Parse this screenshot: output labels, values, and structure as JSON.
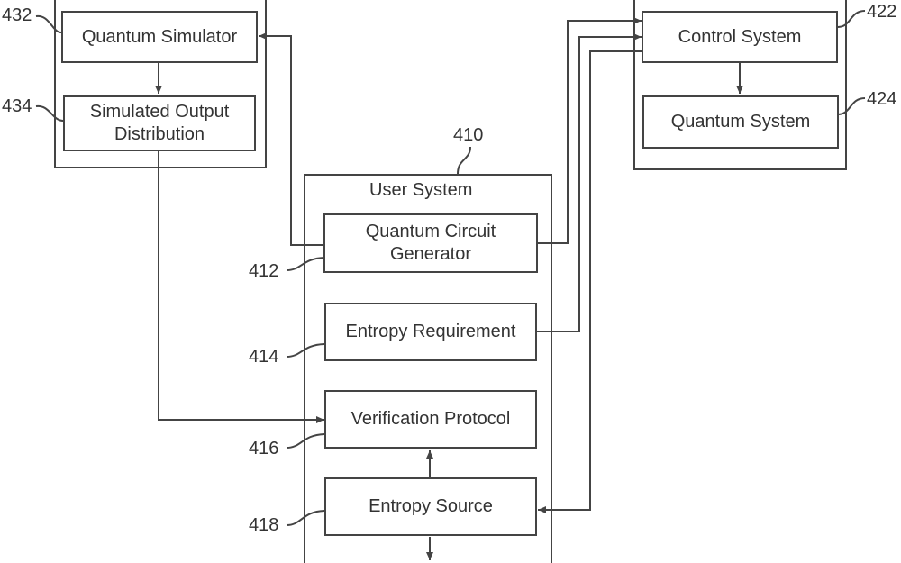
{
  "diagram": {
    "simulator_system": {
      "blocks": [
        {
          "id": "432",
          "label": "Quantum Simulator"
        },
        {
          "id": "434",
          "label": "Simulated Output Distribution"
        }
      ]
    },
    "quantum_computing_system": {
      "blocks": [
        {
          "id": "422",
          "label": "Control System"
        },
        {
          "id": "424",
          "label": "Quantum System"
        }
      ]
    },
    "user_system": {
      "id": "410",
      "title": "User System",
      "blocks": [
        {
          "id": "412",
          "label": "Quantum Circuit Generator"
        },
        {
          "id": "414",
          "label": "Entropy Requirement"
        },
        {
          "id": "416",
          "label": "Verification Protocol"
        },
        {
          "id": "418",
          "label": "Entropy Source"
        }
      ]
    },
    "connections": [
      {
        "from": "Quantum Circuit Generator",
        "to": "Quantum Simulator"
      },
      {
        "from": "Quantum Simulator",
        "to": "Simulated Output Distribution"
      },
      {
        "from": "Simulated Output Distribution",
        "to": "Verification Protocol"
      },
      {
        "from": "Quantum Circuit Generator",
        "to": "Control System"
      },
      {
        "from": "Entropy Requirement",
        "to": "Control System"
      },
      {
        "from": "Control System",
        "to": "Entropy Source"
      },
      {
        "from": "Control System",
        "to": "Quantum System"
      },
      {
        "from": "Entropy Source",
        "to": "Verification Protocol"
      },
      {
        "from": "Entropy Source",
        "to": "output"
      }
    ]
  }
}
